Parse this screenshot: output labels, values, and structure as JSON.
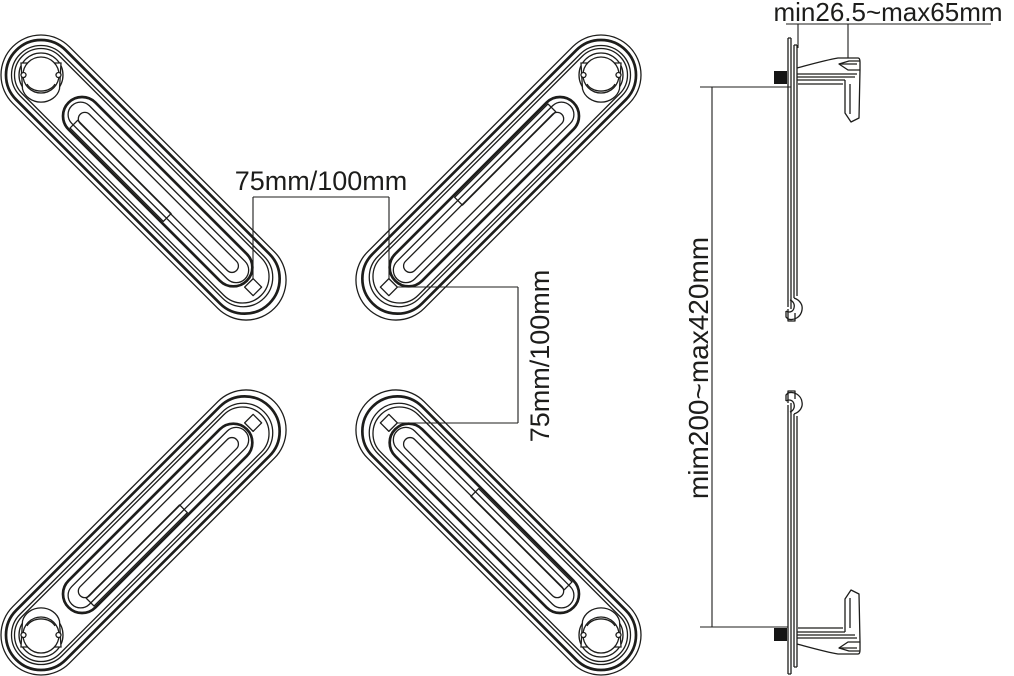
{
  "front_view": {
    "label_horizontal": "75mm/100mm",
    "label_vertical": "75mm/100mm"
  },
  "side_view": {
    "label_depth": "min26.5~max65mm",
    "label_height": "mim200~max420mm"
  },
  "colors": {
    "background": "#ffffff",
    "line": "#1d1d1b",
    "knob_fill": "#151515"
  }
}
